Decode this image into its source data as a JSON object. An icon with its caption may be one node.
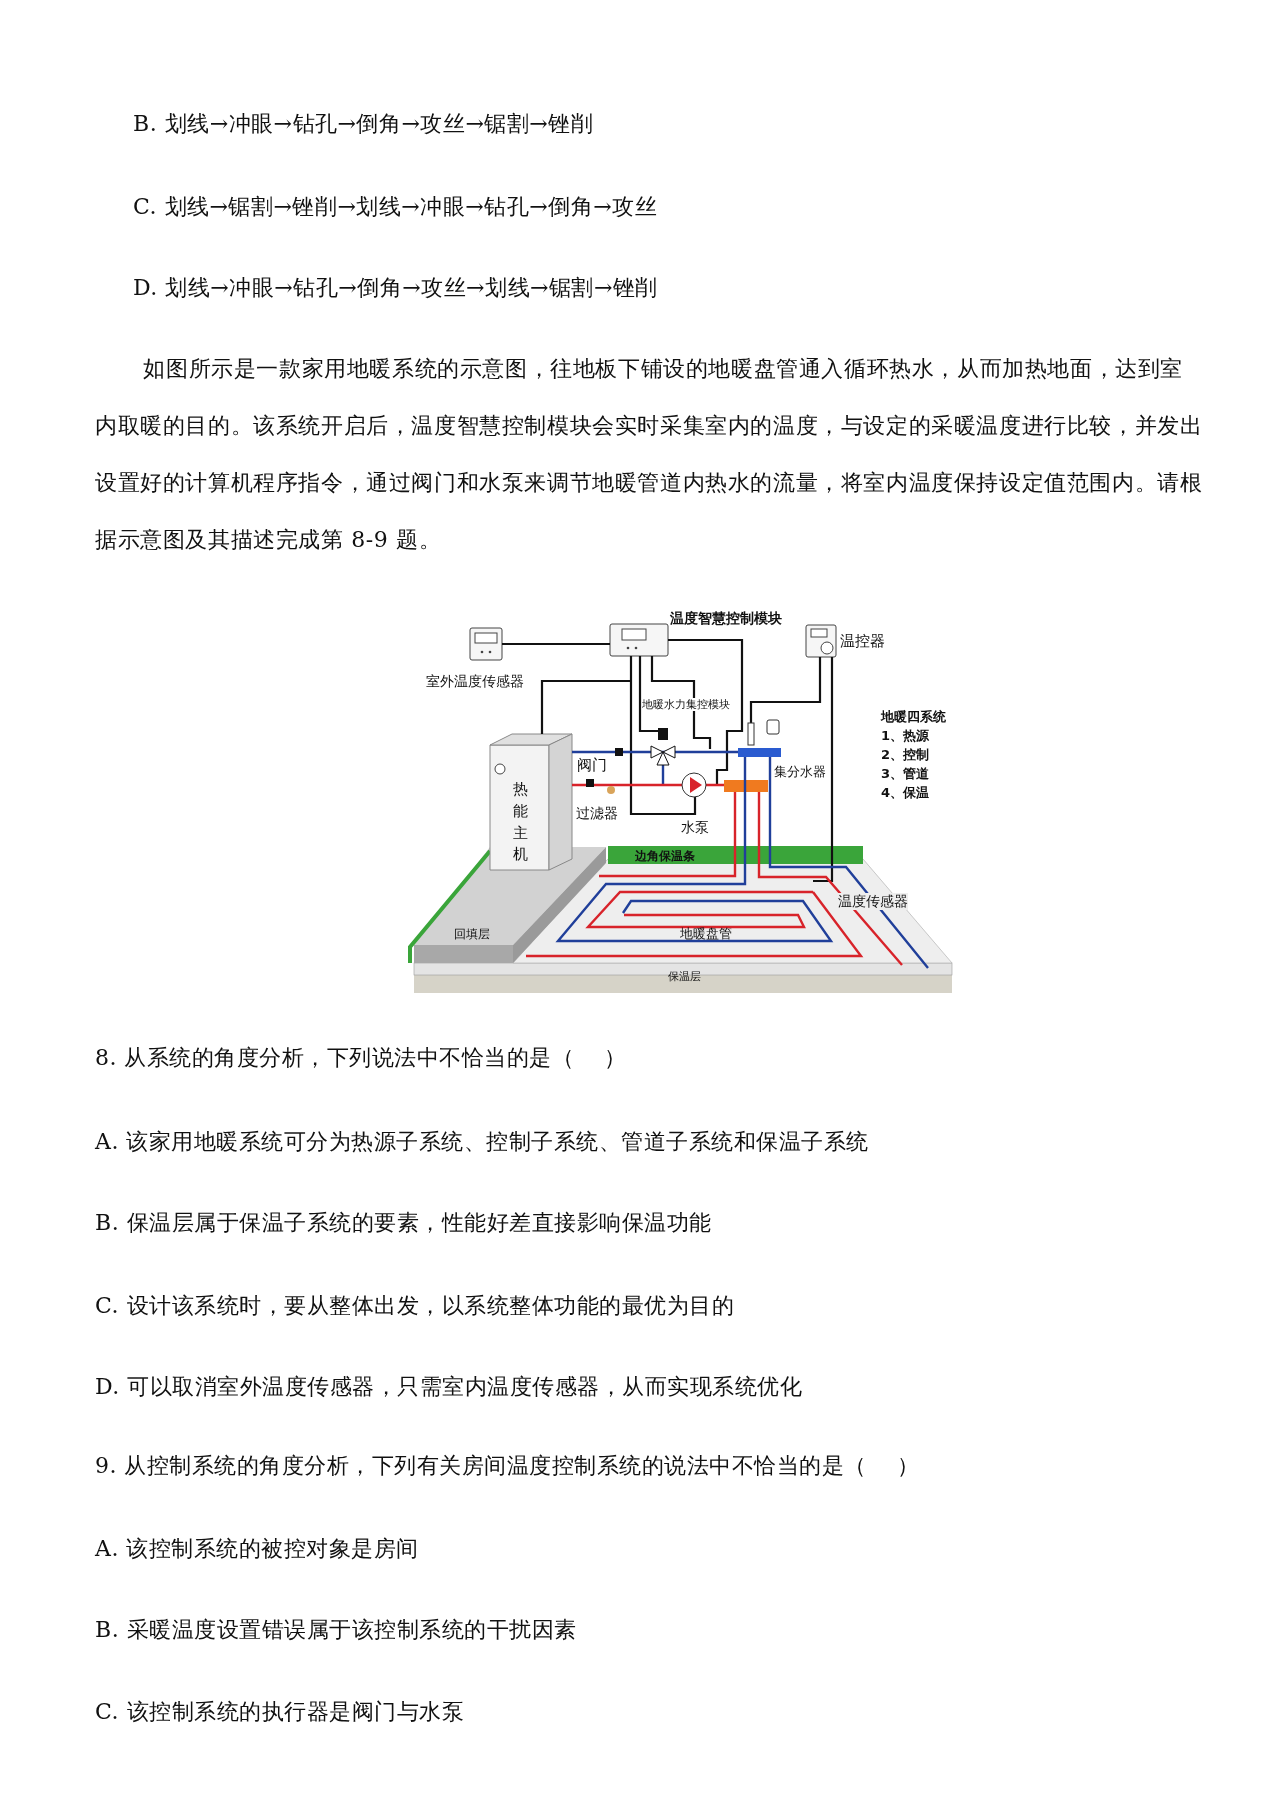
{
  "diagram": {
    "labels": [
      "B. 划线→冲眼→钻孔→倒角→攻丝→锯割→锉削",
      "C. 划线→锯割→锉削→划线→冲眼→钻孔→倒角→攻丝",
      "D. 划线→冲眼→钻孔→倒角→攻丝→划线→锯割→锉削",
      "如图所示是一款家用地暖系统的示意图，往地板下铺设的地暖盘管通入循环热水，从而加热地面，达到室内取暖的目的。该系统开启后，温度智慧控制模块会实时采集室内的温度，与设定的采暖温度进行比较，并发出设置好的计算机程序指令，通过阀门和水泵来调节地暖管道内热水的流量，将室内温度保持设定值范围内。请根据示意图及其描述完成第 8-9 题。",
      "温度智慧控制模块",
      "温控器",
      "室外温度传感器",
      "地暖水力集控模块",
      "地暖四系统",
      "1、热源",
      "2、控制",
      "3、管道",
      "4、保温",
      "阀门",
      "集分水器",
      "热能主机",
      "过滤器",
      "水泵",
      "边角保温条",
      "温度传感器",
      "回填层",
      "地暖盘管",
      "保温层",
      "8. 从系统的角度分析，下列说法中不恰当的是（　 ）",
      "A. 该家用地暖系统可分为热源子系统、控制子系统、管道子系统和保温子系统",
      "B. 保温层属于保温子系统的要素，性能好差直接影响保温功能",
      "C. 设计该系统时，要从整体出发，以系统整体功能的最优为目的",
      "D. 可以取消室外温度传感器，只需室内温度传感器，从而实现系统优化",
      "9. 从控制系统的角度分析，下列有关房间温度控制系统的说法中不恰当的是（　 ）",
      "A. 该控制系统的被控对象是房间",
      "B. 采暖温度设置错误属于该控制系统的干扰因素",
      "C. 该控制系统的执行器是阀门与水泵"
    ]
  }
}
